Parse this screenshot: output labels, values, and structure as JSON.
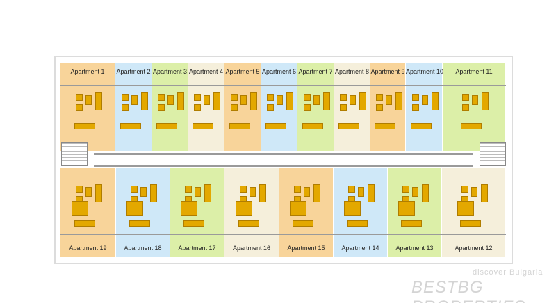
{
  "colors": {
    "orange": "#f8d49a",
    "blue": "#cfe8f8",
    "green": "#dcefa8",
    "cream": "#f5efdb",
    "furniture": "#e3a800",
    "wall": "#9a9a9a"
  },
  "top_row": [
    {
      "label": "Apartment 1",
      "color": "orange"
    },
    {
      "label": "Apartment 2",
      "color": "blue"
    },
    {
      "label": "Apartment 3",
      "color": "green"
    },
    {
      "label": "Apartment 4",
      "color": "cream"
    },
    {
      "label": "Apartment 5",
      "color": "orange"
    },
    {
      "label": "Apartment 6",
      "color": "blue"
    },
    {
      "label": "Apartment 7",
      "color": "green"
    },
    {
      "label": "Apartment 8",
      "color": "cream"
    },
    {
      "label": "Apartment 9",
      "color": "orange"
    },
    {
      "label": "Apartment 10",
      "color": "blue"
    },
    {
      "label": "Apartment 11",
      "color": "green"
    }
  ],
  "bottom_row": [
    {
      "label": "Apartment 19",
      "color": "orange"
    },
    {
      "label": "Apartment 18",
      "color": "blue"
    },
    {
      "label": "Apartment 17",
      "color": "green"
    },
    {
      "label": "Apartment 16",
      "color": "cream"
    },
    {
      "label": "Apartment 15",
      "color": "orange"
    },
    {
      "label": "Apartment 14",
      "color": "blue"
    },
    {
      "label": "Apartment 13",
      "color": "green"
    },
    {
      "label": "Apartment 12",
      "color": "cream"
    }
  ],
  "watermark": {
    "tagline": "discover Bulgaria",
    "brand": "BESTBG PROPERTIES"
  }
}
